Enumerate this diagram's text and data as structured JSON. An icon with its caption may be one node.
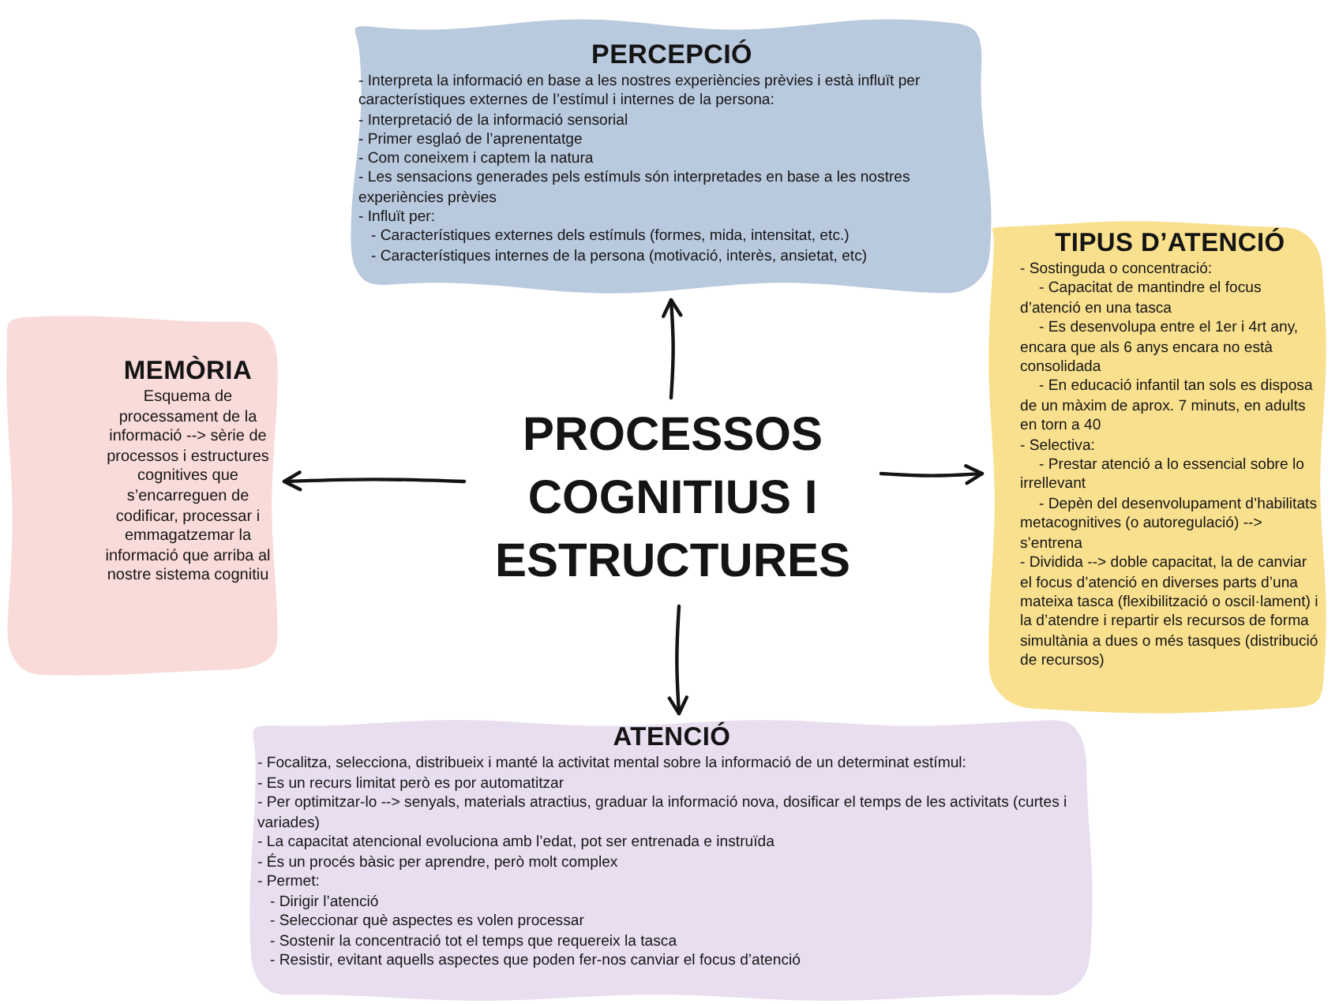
{
  "diagram": {
    "nodes": [
      {
        "text": [
          "PERCEPCIÓ",
          "- Interpreta la informació en base a les nostres experiències prèvies i està influït per característiques externes de l’estímul i internes de la persona:",
          "- Interpretació de la informació sensorial",
          "- Primer esglaó de l’aprenentatge",
          "- Com coneixem i captem la natura",
          "- Les sensacions generades pels estímuls són interpretades en base a les nostres experiències prèvies",
          "- Influït per:",
          "- Característiques externes dels estímuls (formes, mida, intensitat, etc.)",
          "- Característiques internes de la persona (motivació, interès, ansietat, etc)"
        ]
      },
      {
        "text": [
          "TIPUS D’ATENCIÓ",
          "- Sostinguda o concentració:",
          "- Capacitat de mantindre el focus d’atenció en una tasca",
          "- Es desenvolupa entre el 1er i 4rt any, encara que als 6 anys encara no està consolidada",
          "- En educació infantil tan sols es disposa de un màxim de aprox. 7 minuts, en adults en torn a 40",
          "- Selectiva:",
          "- Prestar atenció a lo essencial sobre lo irrellevant",
          "- Depèn del desenvolupament d’habilitats metacognitives (o autoregulació) --> s’entrena",
          "- Dividida --> doble capacitat, la de canviar el focus d’atenció en diverses parts d’una mateixa tasca (flexibilització o oscil·lament) i la d’atendre i repartir els recursos de forma simultània a dues o més tasques (distribució de recursos)"
        ]
      },
      {
        "text": [
          "MEMÒRIA",
          "Esquema de processament de la informació --> sèrie de processos i estructures cognitives que s’encarreguen de codificar, processar i emmagatzemar la informació que arriba al nostre sistema cognitiu"
        ]
      },
      {
        "text": [
          "PROCESSOS COGNITIUS I ESTRUCTURES"
        ]
      },
      {
        "text": [
          "ATENCIÓ",
          "- Focalitza, selecciona, distribueix i manté la activitat mental sobre la informació de un determinat estímul:",
          "- Es un recurs limitat però es por automatitzar",
          "- Per optimitzar-lo --> senyals, materials atractius, graduar la informació nova, dosificar el temps de les activitats (curtes i variades)",
          "- La capacitat atencional evoluciona amb l’edat, pot ser entrenada e instruïda",
          "- És un procés bàsic per aprendre, però molt complex",
          "- Permet:",
          "- Dirigir l’atenció",
          "- Seleccionar què aspectes es volen processar",
          "- Sostenir la concentració tot el temps que requereix la tasca",
          "- Resistir, evitant aquells aspectes que poden fer-nos canviar el focus d’atenció"
        ]
      }
    ],
    "edges": [
      {
        "from": 3,
        "to": 0,
        "arrow": "to"
      },
      {
        "from": 3,
        "to": 1,
        "arrow": "to"
      },
      {
        "from": 3,
        "to": 2,
        "arrow": "to"
      },
      {
        "from": 3,
        "to": 4,
        "arrow": "to"
      }
    ]
  }
}
